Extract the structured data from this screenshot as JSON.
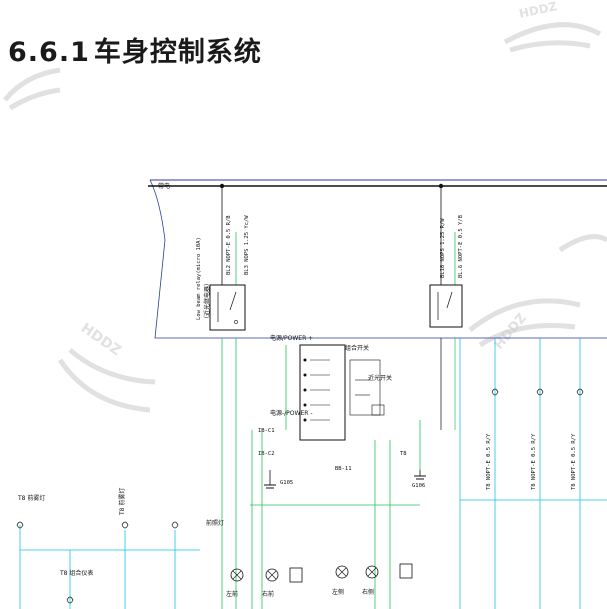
{
  "page": {
    "section_number": "6.6.1",
    "section_title": "车身控制系统"
  },
  "colors": {
    "wire_green": "#22c55e",
    "wire_cyan": "#19c2e6",
    "bus_blue": "#2b3a9c",
    "ink": "#111111",
    "watermark": "#c9c9c9"
  },
  "diagram": {
    "bus_label": "常电",
    "left_relay_label": "Low beam relay(micro 10A)",
    "left_relay_sub": "（近光继电器）",
    "left_relay_wires": [
      "BL2 NOPT-E 0.5 R/B",
      "BL3 NOPS 1.25 Yc/W"
    ],
    "right_relay_wires": [
      "BL18 NOPS 1.25 R/W",
      "BL.6 NOPT-E 0.5 Y/B"
    ],
    "power_plus_label": "电源/POWER +",
    "power_minus_label": "电源-/POWER -",
    "switch_label": "组合开关",
    "switch_sub": "近光开关",
    "headlamp_label": "前照灯",
    "ground_labels": [
      "G105",
      "G106"
    ],
    "connector_labels": [
      "IB-C1",
      "IB-C2",
      "BB-11",
      "T8"
    ],
    "bottom_left_labels": [
      "T8 前雾灯",
      "T8 前雾灯",
      "T8 组合仪表"
    ],
    "right_wires": [
      "T8 NOPT-E 0.5 R/Y",
      "T8 NOPT-E 0.5 R/Y",
      "T8 NOPT-E 0.5 R/Y"
    ],
    "lamp_labels": [
      "左前",
      "右前",
      "左侧",
      "右侧"
    ]
  }
}
